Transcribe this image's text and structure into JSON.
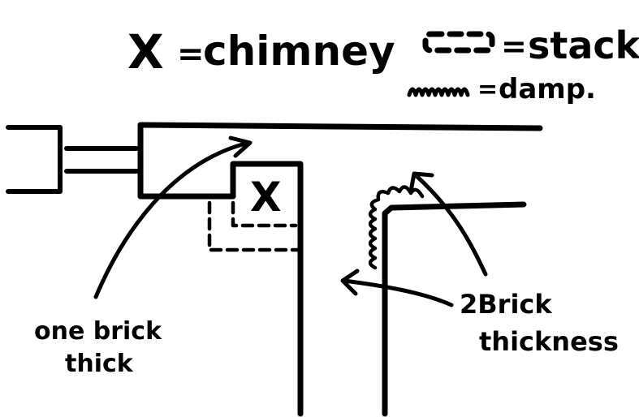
{
  "legend": {
    "chimney_symbol": "X",
    "equals": "=",
    "chimney_label": "chimney",
    "stack_label": "stack",
    "damp_label": "damp."
  },
  "diagram": {
    "chimney_symbol": "X",
    "label_one_brick_line1": "one brick",
    "label_one_brick_line2": "thick",
    "label_two_brick_line1": "2Brick",
    "label_two_brick_line2": "thickness"
  },
  "colors": {
    "ink": "#000000",
    "background": "#ffffff"
  }
}
